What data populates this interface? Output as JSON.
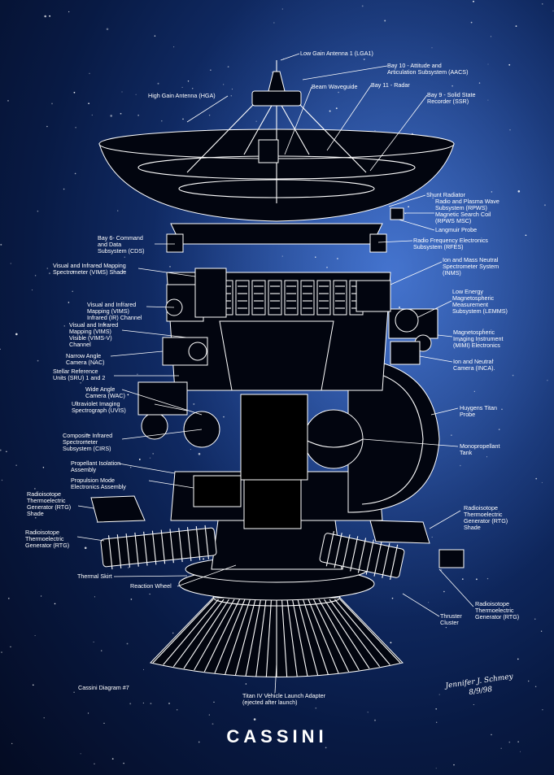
{
  "title": "CASSINI",
  "signature": {
    "name": "Jennifer J. Schmey",
    "date": "8/9/98"
  },
  "diagram_note": "Cassini Diagram #7",
  "colors": {
    "background": "#0b2157",
    "accent_glow": "#2e5bb5",
    "linework": "#ffffff"
  },
  "labels": {
    "lga1": "Low Gain Antenna 1 (LGA1)",
    "bay10": "Bay 10 - Attitude and\nArticulation Subsystem (AACS)",
    "hga": "High Gain Antenna (HGA)",
    "beam_waveguide": "Beam Waveguide",
    "bay11": "Bay 11 - Radar",
    "bay9": "Bay 9 - Solid State\nRecorder (SSR)",
    "shunt_radiator": "Shunt Radiator",
    "rpws": "Radio and Plasma Wave\nSubsystem (RPWS)\nMagnetic Search Coil\n(RPWS MSC)",
    "langmuir": "Langmuir Probe",
    "bay6": "Bay 6- Command\nand Data\nSubsystem (CDS)",
    "rfes": "Radio Frequency Electronics\nSubsystem (RFES)",
    "vims_shade": "Visual and Infrared Mapping\nSpectrometer (VIMS) Shade",
    "inms": "Ion and Mass Neutral\nSpectrometer System\n(INMS)",
    "vims_ir": "Visual and Infrared\nMapping (VIMS)\nInfrared (IR) Channel",
    "lemms": "Low Energy\nMagnetospheric\nMeasurement\nSubsystem (LEMMS)",
    "vims_v": "Visual and Infrared\nMapping (VIMS)\nVisible (VIMS-V)\nChannel",
    "mimi": "Magnetospheric\nImaging Instrument\n(MIMI) Electronics",
    "nac": "Narrow Angle\nCamera (NAC)",
    "inca": "Ion and Neutral\nCamera (INCA).",
    "sru": "Stellar Reference\nUnits (SRU) 1 and 2",
    "wac": "Wide Angle\nCamera (WAC)",
    "uvis": "Ultraviolet Imaging\nSpectrograph (UVIS)",
    "huygens": "Huygens Titan\nProbe",
    "cirs": "Composite Infrared\nSpectrometer\nSubsystem (CIRS)",
    "monoprop": "Monopropellant\nTank",
    "prop_iso": "Propellant Isolation\nAssembly",
    "prop_mode": "Propulsion Mode\nElectronics Assembly",
    "rtg_shade_left": "Radioisotope\nThermoelectric\nGenerator (RTG)\nShade",
    "rtg_shade_right": "Radioisotope\nThermoelectric\nGenerator (RTG)\nShade",
    "rtg_left": "Radioisotope\nThermoelectric\nGenerator (RTG)",
    "thermal_skirt": "Thermal Skirt",
    "reaction_wheel": "Reaction Wheel",
    "rtg_right": "Radioisotope\nThermoelectric\nGenerator (RTG)",
    "thruster": "Thruster\nCluster",
    "launch_adapter": "Titan IV Vehicle Launch Adapter\n(ejected after launch)"
  }
}
